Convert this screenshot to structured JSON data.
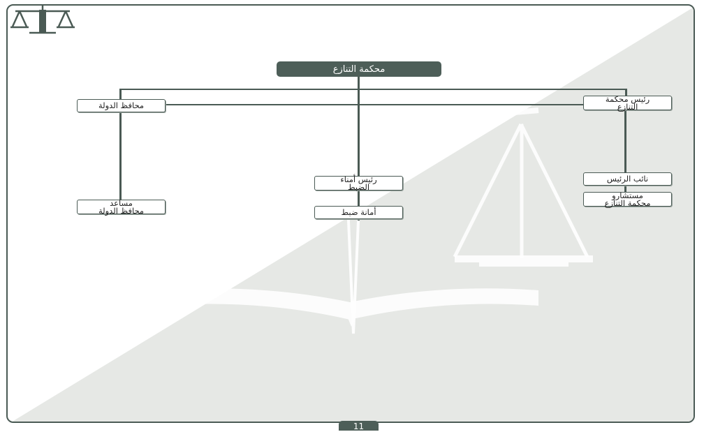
{
  "title": "محكمة التنازع",
  "nodes": {
    "left_top": "محافظ الدولة",
    "right_top": "رئيس محكمة\nالتنازع",
    "center_mid": "رئيس أمناء\nالضبط",
    "center_bottom": "أمانة ضبط",
    "left_bottom": "مساعد\nمحافظ الدولة",
    "right_mid": "نائب الرئيس",
    "right_bottom": "مستشارو\nمحكمة التنازع"
  },
  "page_number": "11",
  "colors": {
    "accent": "#4d5e58",
    "diagonal_fill": "#e6e8e5"
  },
  "icons": {
    "logo": "scales-of-justice-icon"
  }
}
